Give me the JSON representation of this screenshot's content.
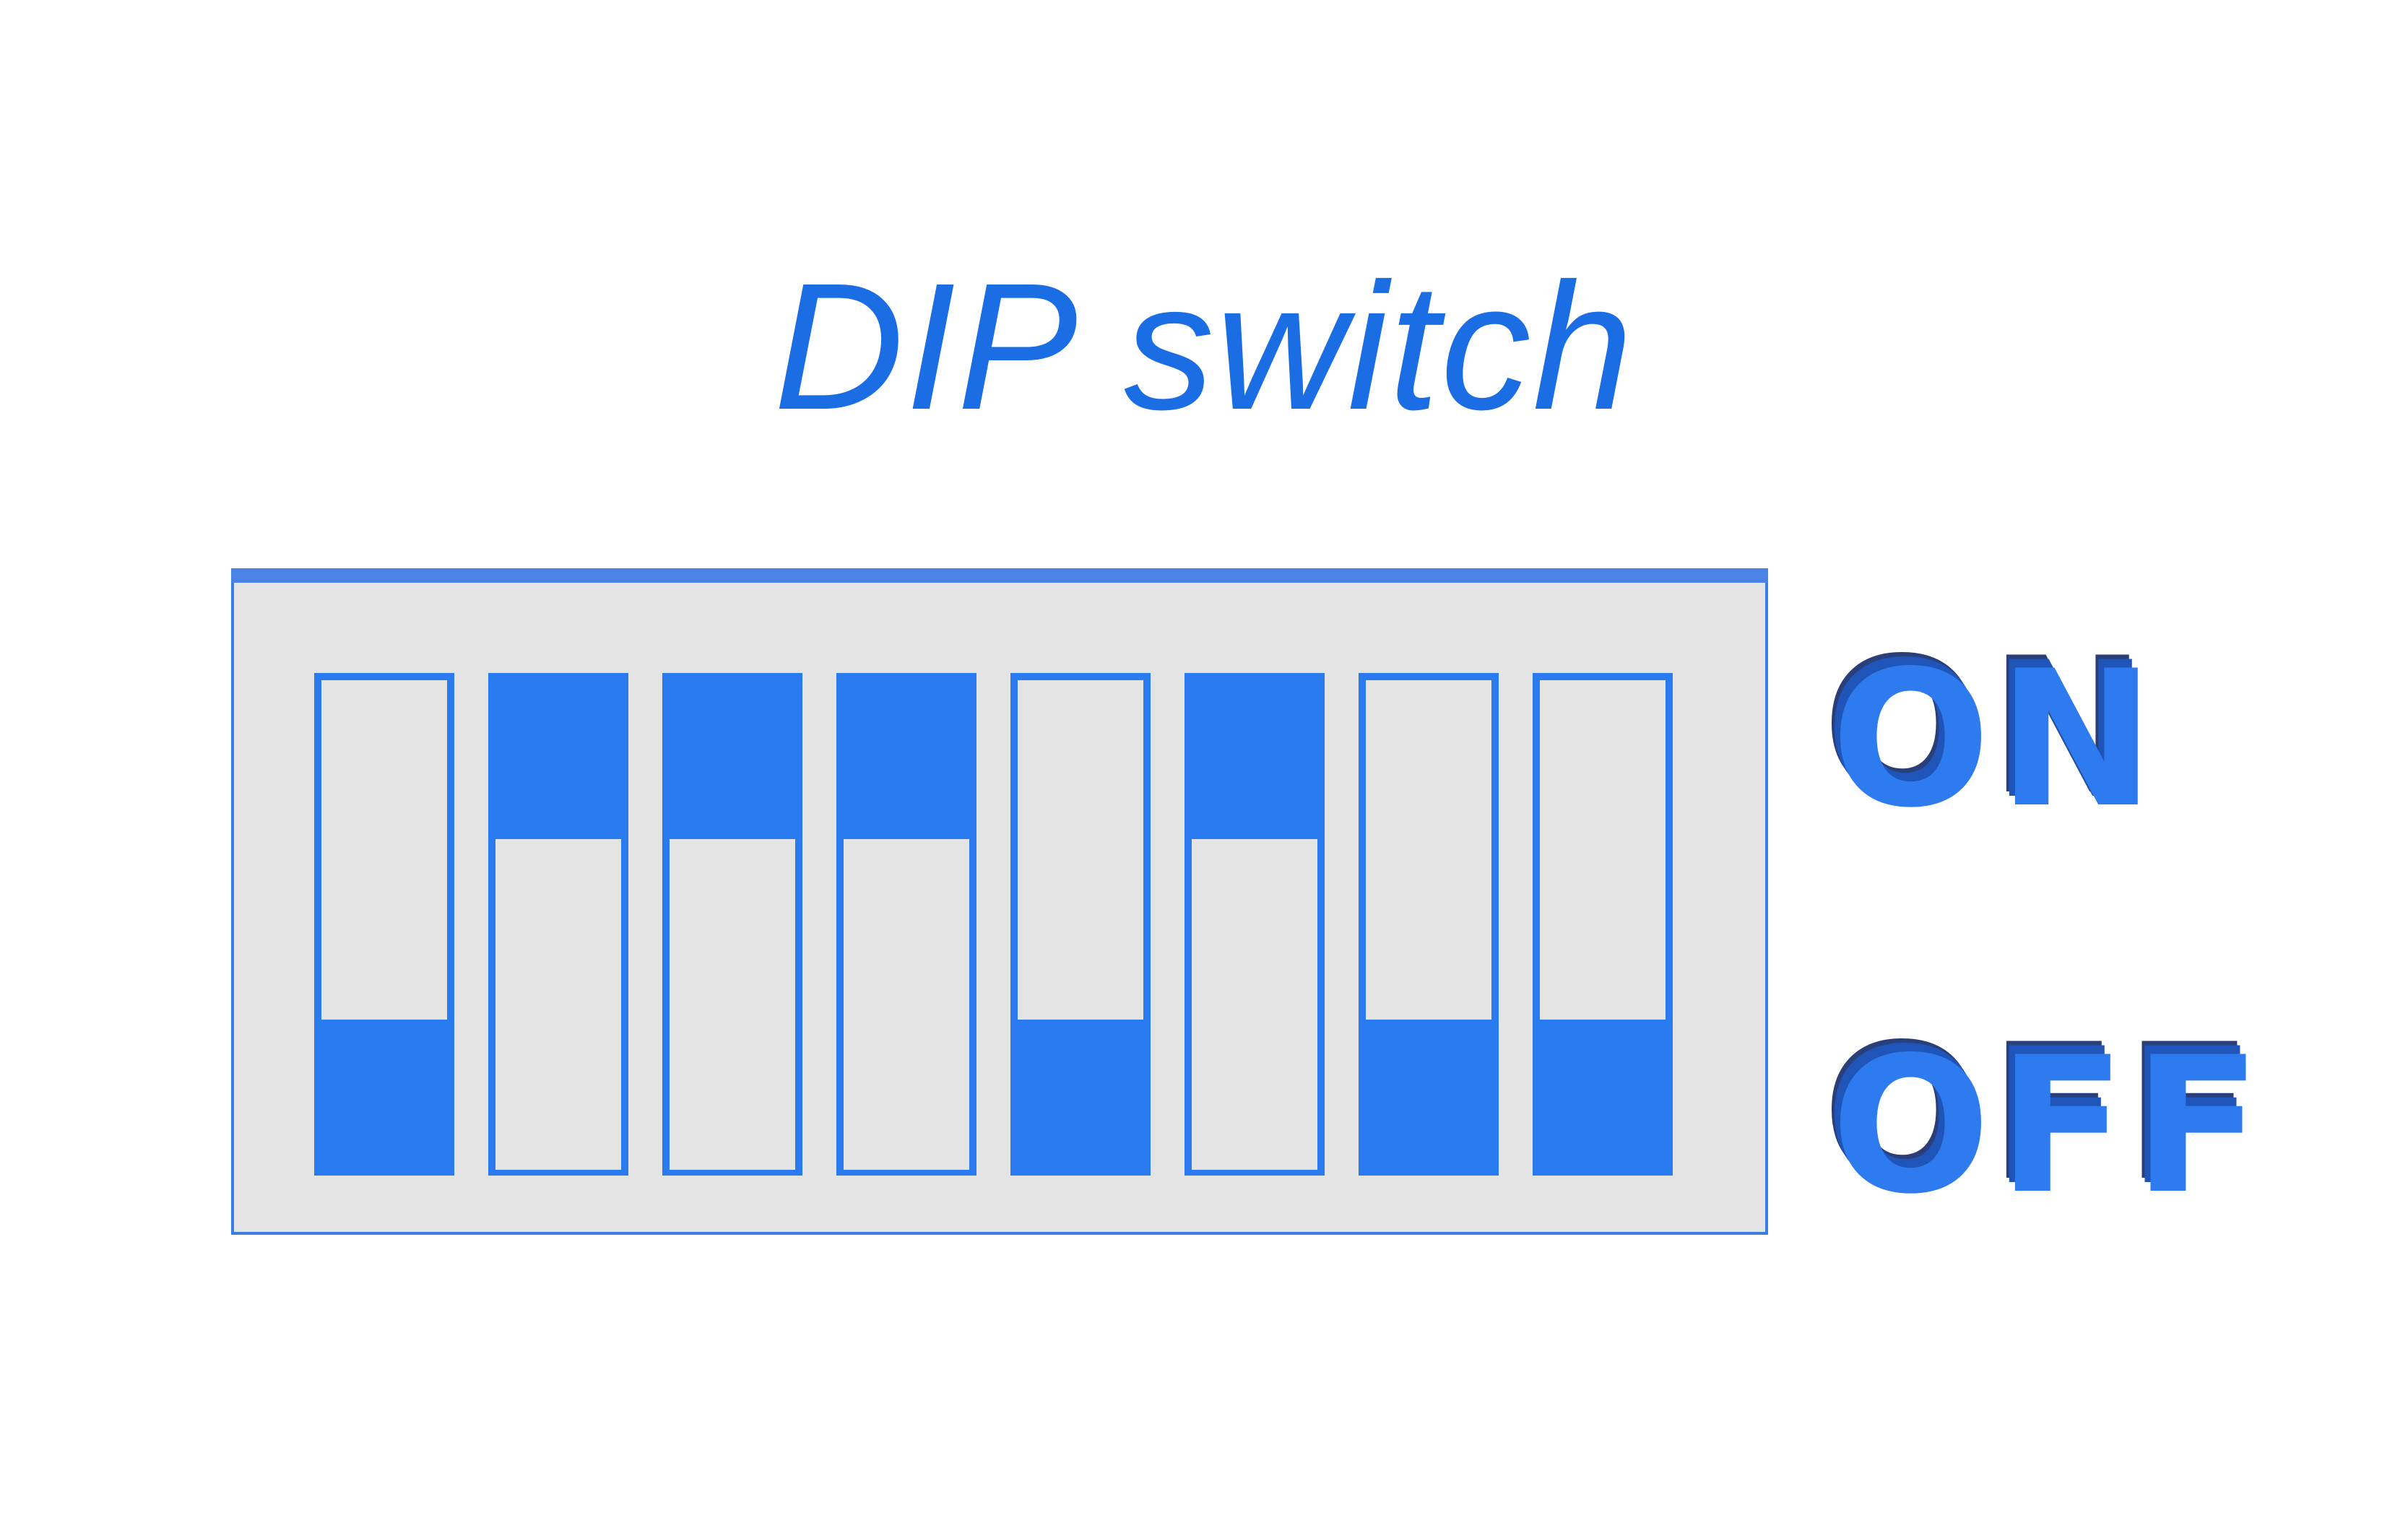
{
  "title": "DIP switch",
  "labels": {
    "on": "ON",
    "off": "OFF"
  },
  "colors": {
    "accent": "#2b7bf0",
    "housing": "#e4e4e4",
    "title": "#1a6de3"
  },
  "switches": [
    {
      "position": 1,
      "state": "on"
    },
    {
      "position": 2,
      "state": "off"
    },
    {
      "position": 3,
      "state": "off"
    },
    {
      "position": 4,
      "state": "off"
    },
    {
      "position": 5,
      "state": "on"
    },
    {
      "position": 6,
      "state": "off"
    },
    {
      "position": 7,
      "state": "on"
    },
    {
      "position": 8,
      "state": "on"
    }
  ]
}
